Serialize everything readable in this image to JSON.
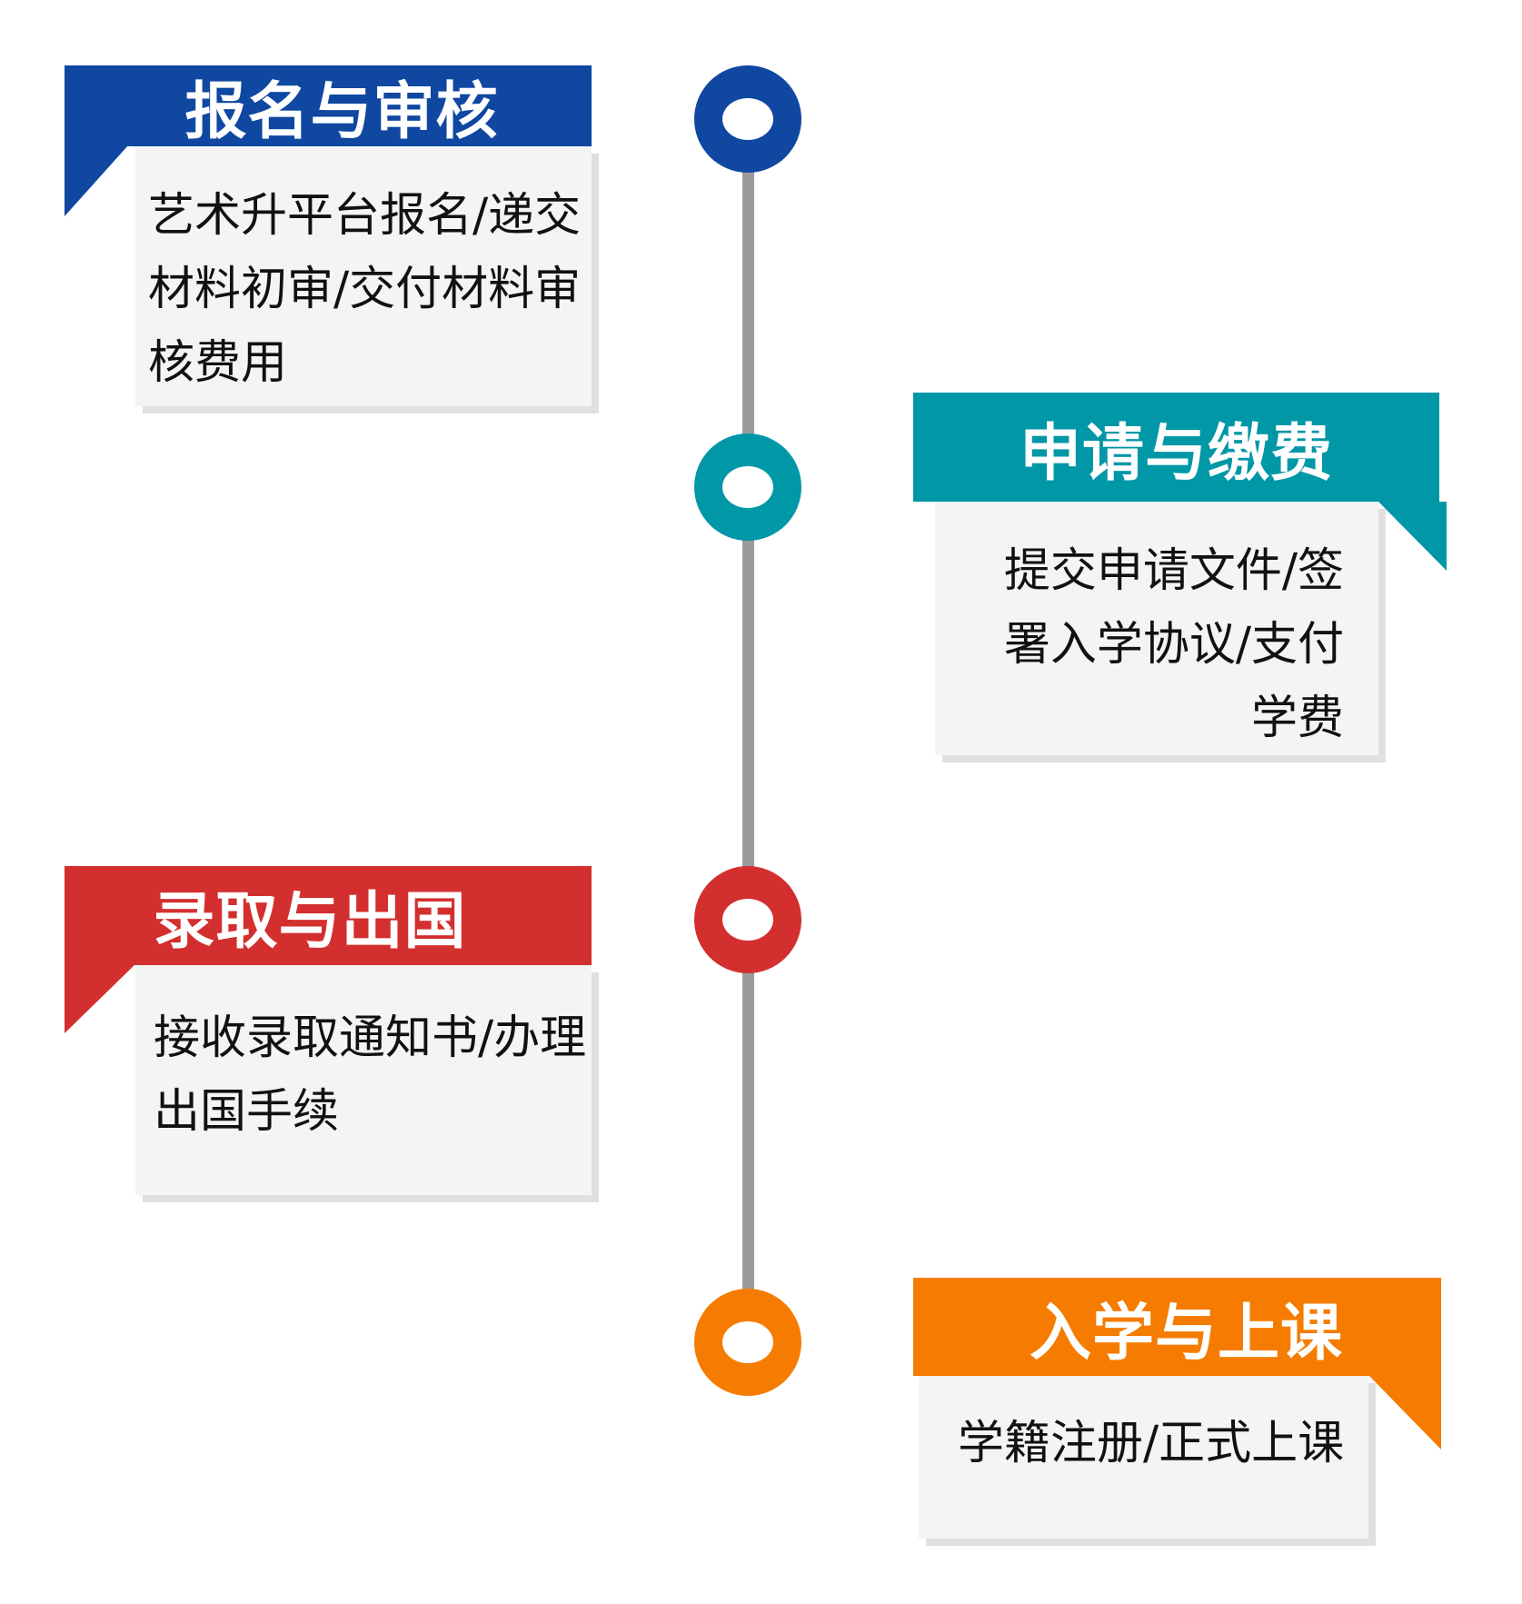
{
  "colors": {
    "blue": "#0f47a1",
    "teal": "#0097a7",
    "red": "#d32f2f",
    "orange": "#f57c00",
    "line": "#9b9b9b",
    "card": "#f4f4f4"
  },
  "steps": [
    {
      "title": "报名与审核",
      "text": "艺术升平台报名/递交材料初审/交付材料审核费用"
    },
    {
      "title": "申请与缴费",
      "text": "提交申请文件/签署入学协议/支付学费"
    },
    {
      "title": "录取与出国",
      "text": "接收录取通知书/办理出国手续"
    },
    {
      "title": "入学与上课",
      "text": "学籍注册/正式上课"
    }
  ]
}
